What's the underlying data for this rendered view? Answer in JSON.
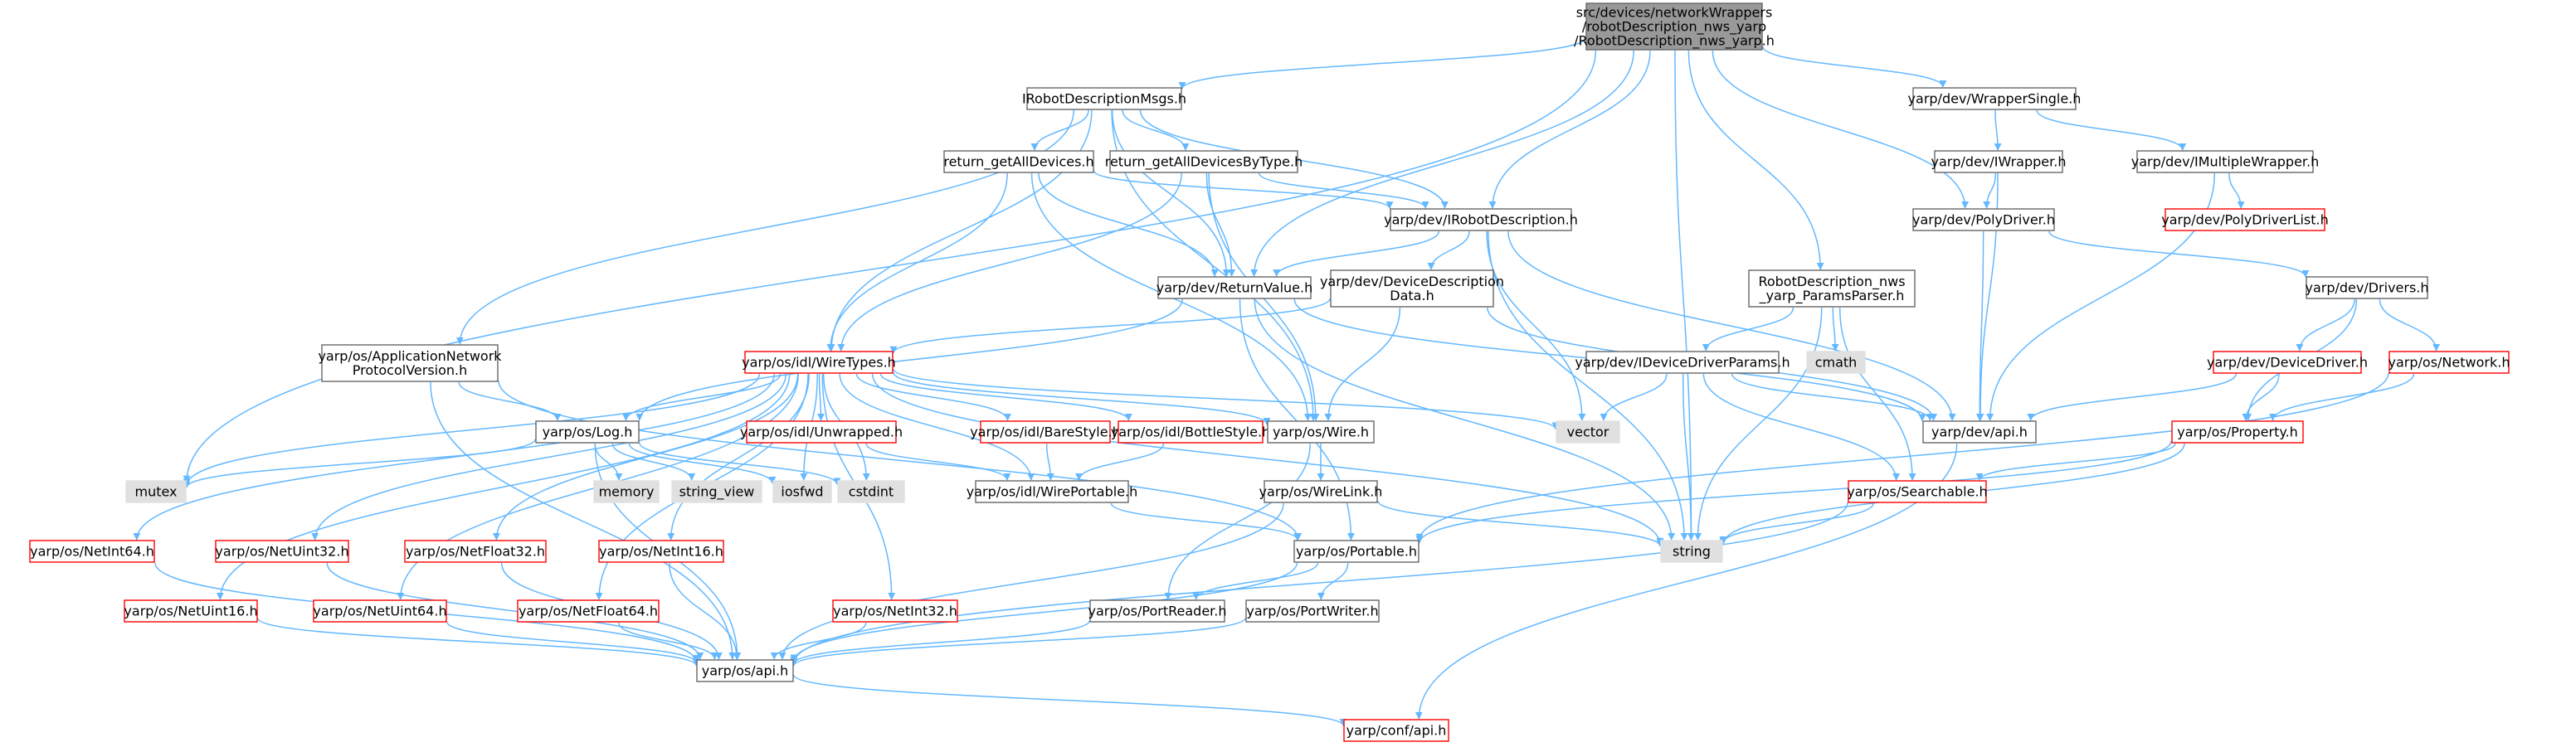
{
  "colors": {
    "edge": "#63b8ff",
    "root_fill": "#999999",
    "node_fill": "#ffffff",
    "node_stroke": "#666666",
    "red_stroke": "#ff0000",
    "gray_fill": "#e0e0e0",
    "text": "#000000"
  },
  "nodes": {
    "root": [
      "src/devices/networkWrappers",
      "/robotDescription_nws_yarp",
      "/RobotDescription_nws_yarp.h"
    ],
    "irobotmsgs": [
      "IRobotDescriptionMsgs.h"
    ],
    "ret_all": [
      "return_getAllDevices.h"
    ],
    "ret_bytype": [
      "return_getAllDevicesByType.h"
    ],
    "dev_irobot": [
      "yarp/dev/IRobotDescription.h"
    ],
    "dev_retval": [
      "yarp/dev/ReturnValue.h"
    ],
    "dev_devdesc": [
      "yarp/dev/DeviceDescription",
      "Data.h"
    ],
    "appnet": [
      "yarp/os/ApplicationNetwork",
      "ProtocolVersion.h"
    ],
    "wiretypes": [
      "yarp/os/idl/WireTypes.h"
    ],
    "log": [
      "yarp/os/Log.h"
    ],
    "unwrapped": [
      "yarp/os/idl/Unwrapped.h"
    ],
    "barestyle": [
      "yarp/os/idl/BareStyle.h"
    ],
    "bottlestyle": [
      "yarp/os/idl/BottleStyle.h"
    ],
    "wireportable": [
      "yarp/os/idl/WirePortable.h"
    ],
    "wire": [
      "yarp/os/Wire.h"
    ],
    "wirelink": [
      "yarp/os/WireLink.h"
    ],
    "portable": [
      "yarp/os/Portable.h"
    ],
    "portreader": [
      "yarp/os/PortReader.h"
    ],
    "portwriter": [
      "yarp/os/PortWriter.h"
    ],
    "os_api": [
      "yarp/os/api.h"
    ],
    "conf_api": [
      "yarp/conf/api.h"
    ],
    "mutex": [
      "mutex"
    ],
    "memory": [
      "memory"
    ],
    "string_view": [
      "string_view"
    ],
    "iosfwd": [
      "iosfwd"
    ],
    "cstdint": [
      "cstdint"
    ],
    "vector": [
      "vector"
    ],
    "string": [
      "string"
    ],
    "cmath": [
      "cmath"
    ],
    "netint64": [
      "yarp/os/NetInt64.h"
    ],
    "netuint32": [
      "yarp/os/NetUint32.h"
    ],
    "netfloat32": [
      "yarp/os/NetFloat32.h"
    ],
    "netint16": [
      "yarp/os/NetInt16.h"
    ],
    "netuint16": [
      "yarp/os/NetUint16.h"
    ],
    "netuint64": [
      "yarp/os/NetUint64.h"
    ],
    "netfloat64": [
      "yarp/os/NetFloat64.h"
    ],
    "netint32": [
      "yarp/os/NetInt32.h"
    ],
    "paramsparser": [
      "RobotDescription_nws",
      "_yarp_ParamsParser.h"
    ],
    "idevdrvparams": [
      "yarp/dev/IDeviceDriverParams.h"
    ],
    "dev_api": [
      "yarp/dev/api.h"
    ],
    "searchable": [
      "yarp/os/Searchable.h"
    ],
    "wrappersingle": [
      "yarp/dev/WrapperSingle.h"
    ],
    "iwrapper": [
      "yarp/dev/IWrapper.h"
    ],
    "imultiwrapper": [
      "yarp/dev/IMultipleWrapper.h"
    ],
    "polydriverlist": [
      "yarp/dev/PolyDriverList.h"
    ],
    "polydriver": [
      "yarp/dev/PolyDriver.h"
    ],
    "drivers": [
      "yarp/dev/Drivers.h"
    ],
    "devicedriver": [
      "yarp/dev/DeviceDriver.h"
    ],
    "network": [
      "yarp/os/Network.h"
    ],
    "property": [
      "yarp/os/Property.h"
    ]
  }
}
